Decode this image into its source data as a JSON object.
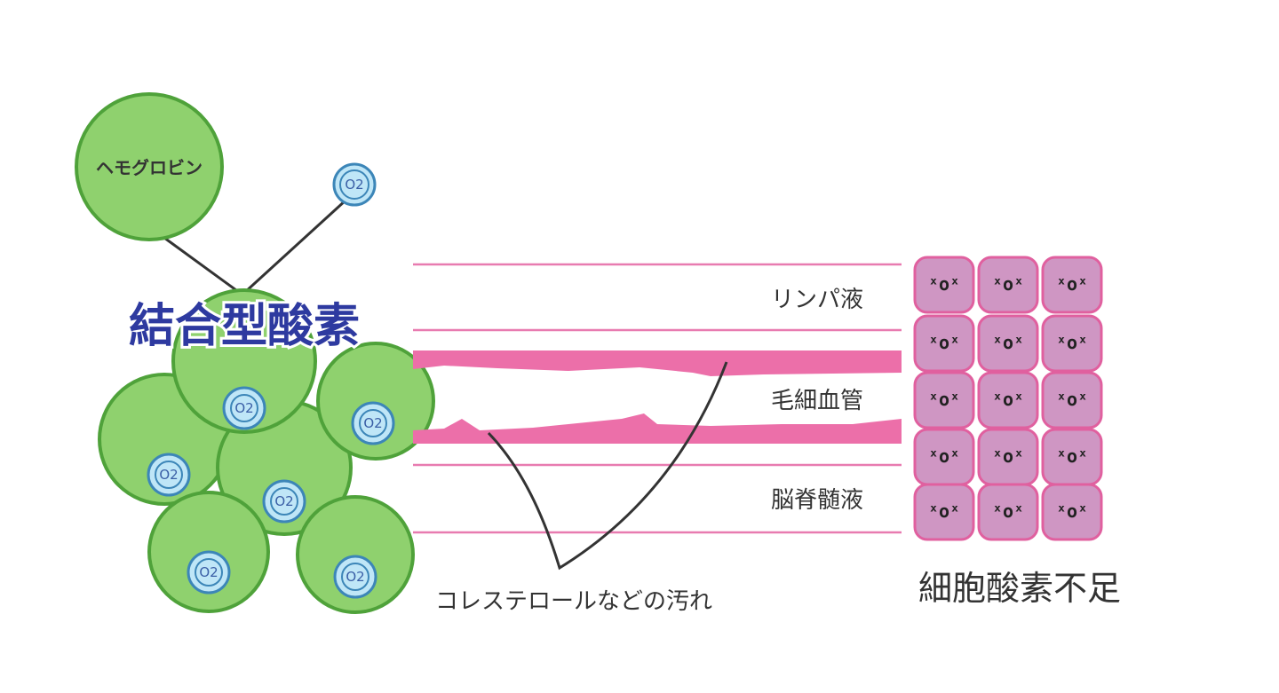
{
  "hemoglobin": {
    "label": "ヘモグロビン"
  },
  "oxygen": {
    "symbol": "O2"
  },
  "bound_oxygen": {
    "title": "結合型酸素"
  },
  "layers": [
    {
      "label": "リンパ液"
    },
    {
      "label": "毛細血管"
    },
    {
      "label": "脳脊髄液"
    }
  ],
  "dirt": {
    "label": "コレステロールなどの汚れ"
  },
  "cells": {
    "face": "ˣoˣ",
    "title": "細胞酸素不足"
  },
  "colors": {
    "green_fill": "#8fd16e",
    "green_stroke": "#4fa23a",
    "o2_fill": "#bfe6f7",
    "o2_stroke": "#3c86b8",
    "pink_line": "#e87bb0",
    "pink_band": "#ec6fa9",
    "cell_fill": "#cf96c3",
    "cell_stroke": "#e0609f",
    "title_blue": "#2e3aa0"
  }
}
